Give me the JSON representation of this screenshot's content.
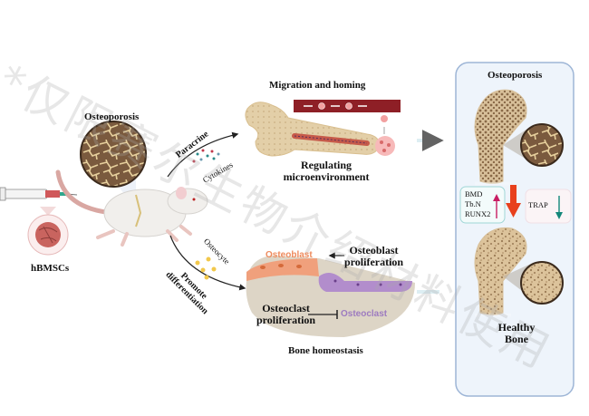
{
  "left": {
    "osteoporosis_label": "Osteoporosis",
    "cells_label": "hBMSCs"
  },
  "top_branch": {
    "arrow_label": "Paracrine",
    "cytokines_label": "Cytokines",
    "migration_label": "Migration and homing",
    "regulating_line1": "Regulating",
    "regulating_line2": "microenvironment"
  },
  "bottom_branch": {
    "osteocyte_label": "Osteocyte",
    "promote_line1": "Promote",
    "promote_line2": "differentiation",
    "osteoblast_label": "Osteoblast",
    "osteoblast_prolif_line1": "Osteoblast",
    "osteoblast_prolif_line2": "proliferation",
    "osteoclast_label": "Osteoclast",
    "osteoclast_prolif_line1": "Osteoclast",
    "osteoclast_prolif_line2": "proliferation",
    "homeostasis_label": "Bone homeostasis"
  },
  "right_panel": {
    "title": "Osteoporosis",
    "up_markers": [
      "BMD",
      "Tb.N",
      "RUNX2"
    ],
    "down_markers": [
      "TRAP"
    ],
    "healthy_line1": "Healthy",
    "healthy_line2": "Bone"
  },
  "watermark": "*仅限赛尔生物介绍材料使用",
  "colors": {
    "osteoblast": "#ee8a5c",
    "osteoclast": "#9d7bc0",
    "up_arrow": "#c81d63",
    "down_arrow": "#13877a",
    "main_arrow": "#e8401c",
    "panel_bg": "#eef4fb",
    "panel_border": "#9db5d6"
  }
}
